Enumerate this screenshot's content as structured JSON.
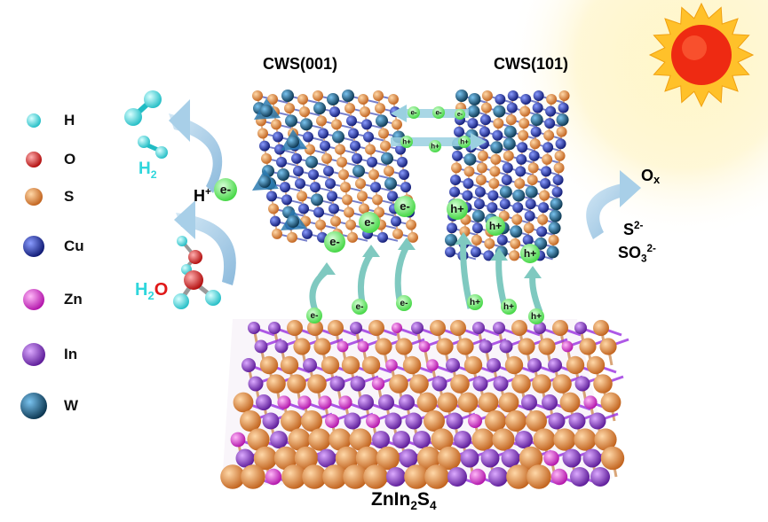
{
  "legend": [
    {
      "label": "H",
      "color": "#2fe0e0"
    },
    {
      "label": "O",
      "color": "#e01818"
    },
    {
      "label": "S",
      "color": "#e8832a"
    },
    {
      "label": "Cu",
      "color": "#1a2aa8"
    },
    {
      "label": "Zn",
      "color": "#e820d8"
    },
    {
      "label": "In",
      "color": "#8a2ad0"
    },
    {
      "label": "W",
      "color": "#135a86"
    }
  ],
  "labels": {
    "cws001": "CWS(001)",
    "cws101": "CWS(101)",
    "znins": {
      "base": "ZnIn",
      "sub1": "2",
      "mid": "S",
      "sub2": "4"
    },
    "h2": {
      "base": "H",
      "sub": "2"
    },
    "h2o": {
      "h": "H",
      "sub": "2",
      "o": "O"
    },
    "hplus": {
      "base": "H",
      "sup": "+"
    },
    "ox": {
      "base": "O",
      "sub": "x"
    },
    "s2": {
      "base": "S",
      "sup": "2-"
    },
    "so3": {
      "base": "SO",
      "sub": "3",
      "sup": "2-"
    }
  },
  "carriers": {
    "electron": "e",
    "electron_sup": "-",
    "hole": "h",
    "hole_sup": "+"
  },
  "colors": {
    "bubble": "#6ef06e",
    "arrow": "#7fc9c0",
    "curved_arrow": "#a8cfe8",
    "sun_core": "#ee2a12",
    "sun_rays": "#ffc12a",
    "cyan_label": "#2fd6dc",
    "red_label": "#e01818"
  }
}
